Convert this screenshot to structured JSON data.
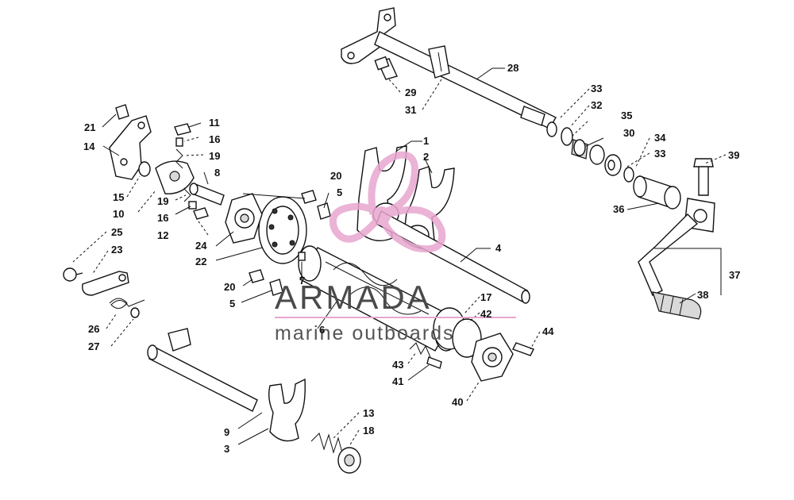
{
  "watermark": {
    "brand": "ARMADA",
    "tagline": "marine outboards",
    "logo_color": "#e8a6cf"
  },
  "callouts": {
    "c1": "1",
    "c2": "2",
    "c3": "3",
    "c4": "4",
    "c5a": "5",
    "c5b": "5",
    "c6": "6",
    "c7": "7",
    "c8": "8",
    "c9": "9",
    "c10": "10",
    "c11": "11",
    "c12": "12",
    "c13": "13",
    "c14": "14",
    "c15": "15",
    "c16a": "16",
    "c16b": "16",
    "c17": "17",
    "c18": "18",
    "c19a": "19",
    "c19b": "19",
    "c20a": "20",
    "c20b": "20",
    "c21": "21",
    "c22": "22",
    "c23": "23",
    "c24": "24",
    "c25": "25",
    "c26": "26",
    "c27": "27",
    "c28": "28",
    "c29": "29",
    "c30": "30",
    "c31": "31",
    "c32": "32",
    "c33a": "33",
    "c33b": "33",
    "c34": "34",
    "c35": "35",
    "c36": "36",
    "c37": "37",
    "c38": "38",
    "c39": "39",
    "c40": "40",
    "c41": "41",
    "c42": "42",
    "c43": "43",
    "c44": "44"
  }
}
